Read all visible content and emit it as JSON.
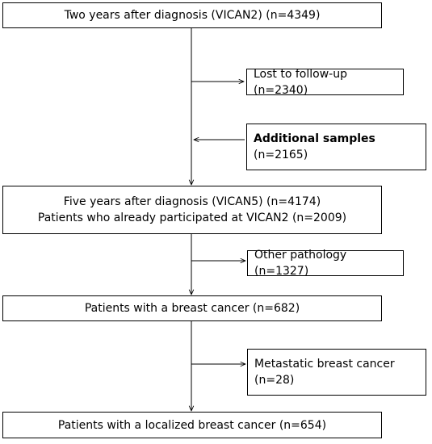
{
  "flowchart": {
    "box_vican2": {
      "text": "Two years after diagnosis (VICAN2) (n=4349)"
    },
    "box_lost": {
      "text": "Lost to follow-up (n=2340)"
    },
    "box_additional": {
      "title": "Additional samples",
      "text": "(n=2165)"
    },
    "box_vican5": {
      "line1": "Five years after diagnosis (VICAN5) (n=4174)",
      "line2": "Patients who already participated at VICAN2 (n=2009)"
    },
    "box_other": {
      "text": "Other pathology (n=1327)"
    },
    "box_breast": {
      "text": "Patients with a breast cancer (n=682)"
    },
    "box_metastatic": {
      "line1": "Metastatic breast cancer",
      "line2": "(n=28)"
    },
    "box_localized": {
      "text": "Patients with a localized breast cancer (n=654)"
    }
  }
}
